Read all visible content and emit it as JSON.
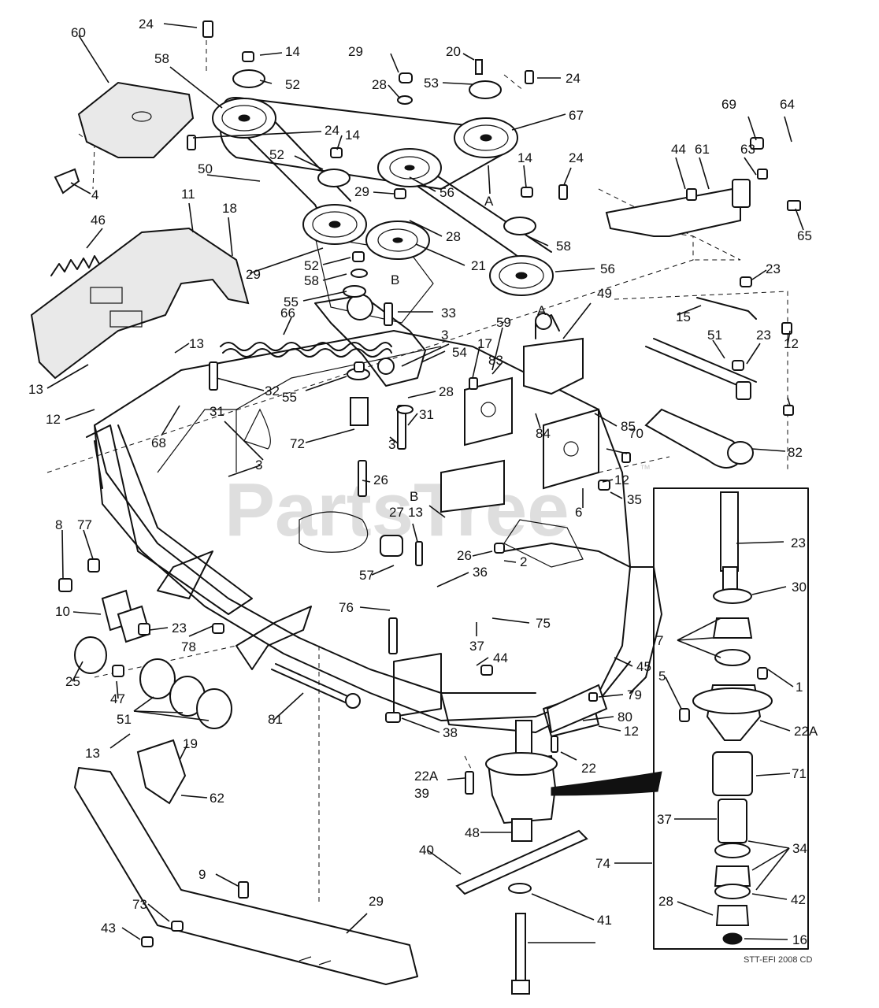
{
  "watermark": {
    "text": "PartsTree",
    "trademark": "™"
  },
  "drawing_code": "STT-EFI 2008 CD",
  "section_letters": [
    "A",
    "A",
    "B",
    "B"
  ],
  "callouts": [
    "24",
    "14",
    "29",
    "20",
    "53",
    "24",
    "60",
    "58",
    "52",
    "28",
    "67",
    "24",
    "14",
    "52",
    "69",
    "64",
    "44",
    "61",
    "63",
    "56",
    "A",
    "14",
    "24",
    "4",
    "50",
    "29",
    "28",
    "65",
    "46",
    "11",
    "18",
    "58",
    "29",
    "52",
    "21",
    "56",
    "58",
    "23",
    "55",
    "B",
    "33",
    "15",
    "49",
    "3",
    "66",
    "13",
    "59",
    "17",
    "54",
    "83",
    "51",
    "23",
    "28",
    "12",
    "31",
    "13",
    "32",
    "55",
    "85",
    "12",
    "68",
    "72",
    "84",
    "70",
    "82",
    "3",
    "3",
    "31",
    "26",
    "12",
    "35",
    "23",
    "B",
    "27",
    "6",
    "8",
    "77",
    "13",
    "26",
    "2",
    "57",
    "36",
    "30",
    "76",
    "75",
    "37",
    "7",
    "10",
    "23",
    "78",
    "44",
    "1",
    "45",
    "5",
    "25",
    "47",
    "51",
    "81",
    "79",
    "80",
    "12",
    "38",
    "22A",
    "13",
    "19",
    "22",
    "22A",
    "39",
    "71",
    "62",
    "48",
    "40",
    "37",
    "34",
    "74",
    "9",
    "41",
    "42",
    "28",
    "73",
    "29",
    "43",
    "16"
  ]
}
